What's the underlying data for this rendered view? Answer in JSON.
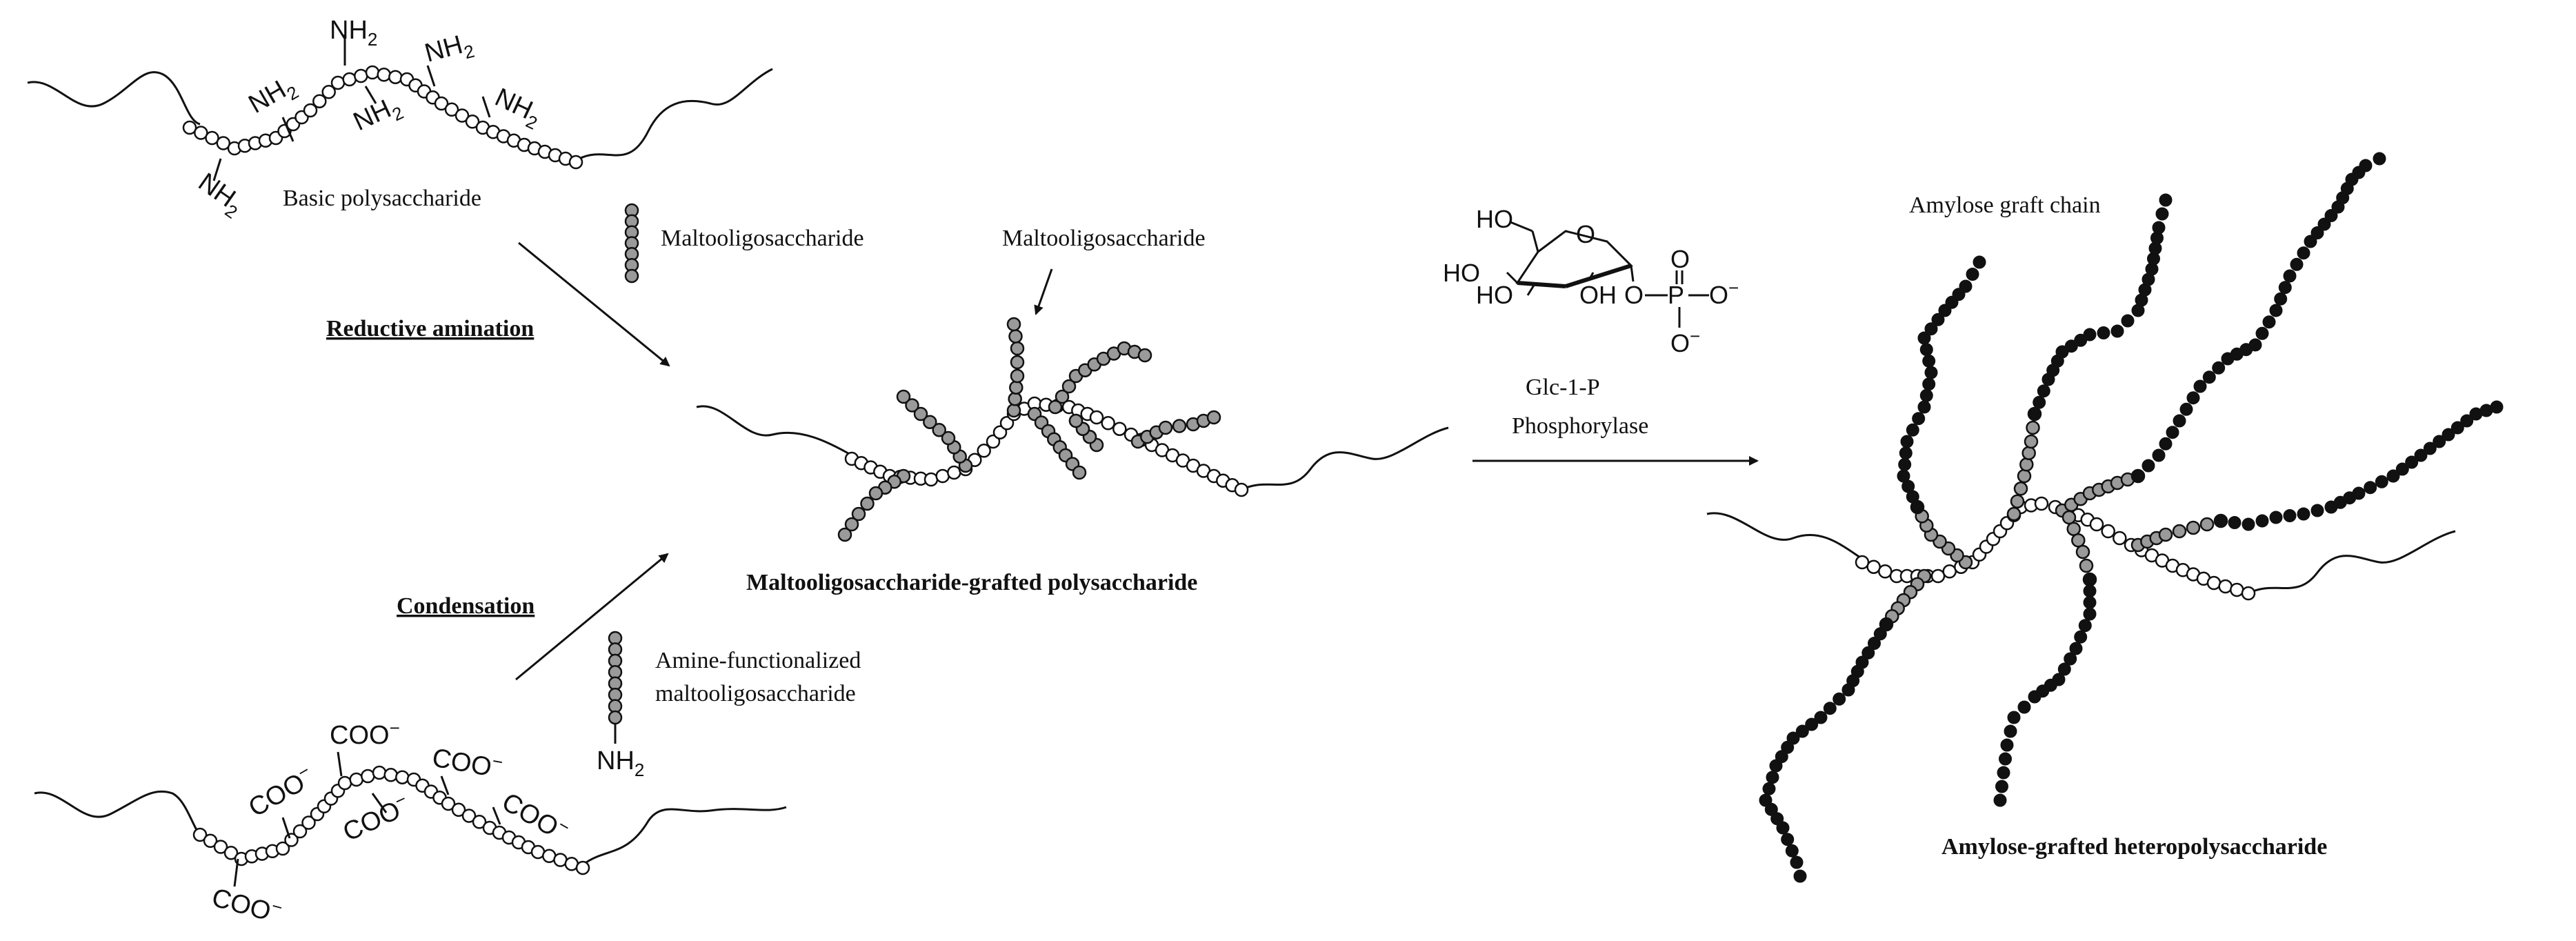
{
  "diagram": {
    "labels": {
      "basic_polysaccharide": "Basic polysaccharide",
      "maltooligosaccharide_legend": "Maltooligosaccharide",
      "maltooligosaccharide_pointer": "Maltooligosaccharide",
      "reductive_amination": "Reductive amination",
      "condensation": "Condensation",
      "grafted_polysaccharide": "Maltooligosaccharide-grafted polysaccharide",
      "amine_functionalized_1": "Amine-functionalized",
      "amine_functionalized_2": "maltooligosaccharide",
      "glc1p": "Glc-1-P",
      "phosphorylase": "Phosphorylase",
      "amylose_graft_chain": "Amylose graft chain",
      "amylose_grafted": "Amylose-grafted heteropolysaccharide"
    },
    "chem": {
      "nh2": "NH",
      "sub2": "2",
      "coo": "COO",
      "minus": "−",
      "ho": "HO",
      "oh": "OH",
      "o": "O",
      "p": "P"
    },
    "colors": {
      "line": "#111111",
      "open_bead": "#ffffff",
      "gray_bead": "#9a9a9a",
      "black_bead": "#111111"
    }
  }
}
